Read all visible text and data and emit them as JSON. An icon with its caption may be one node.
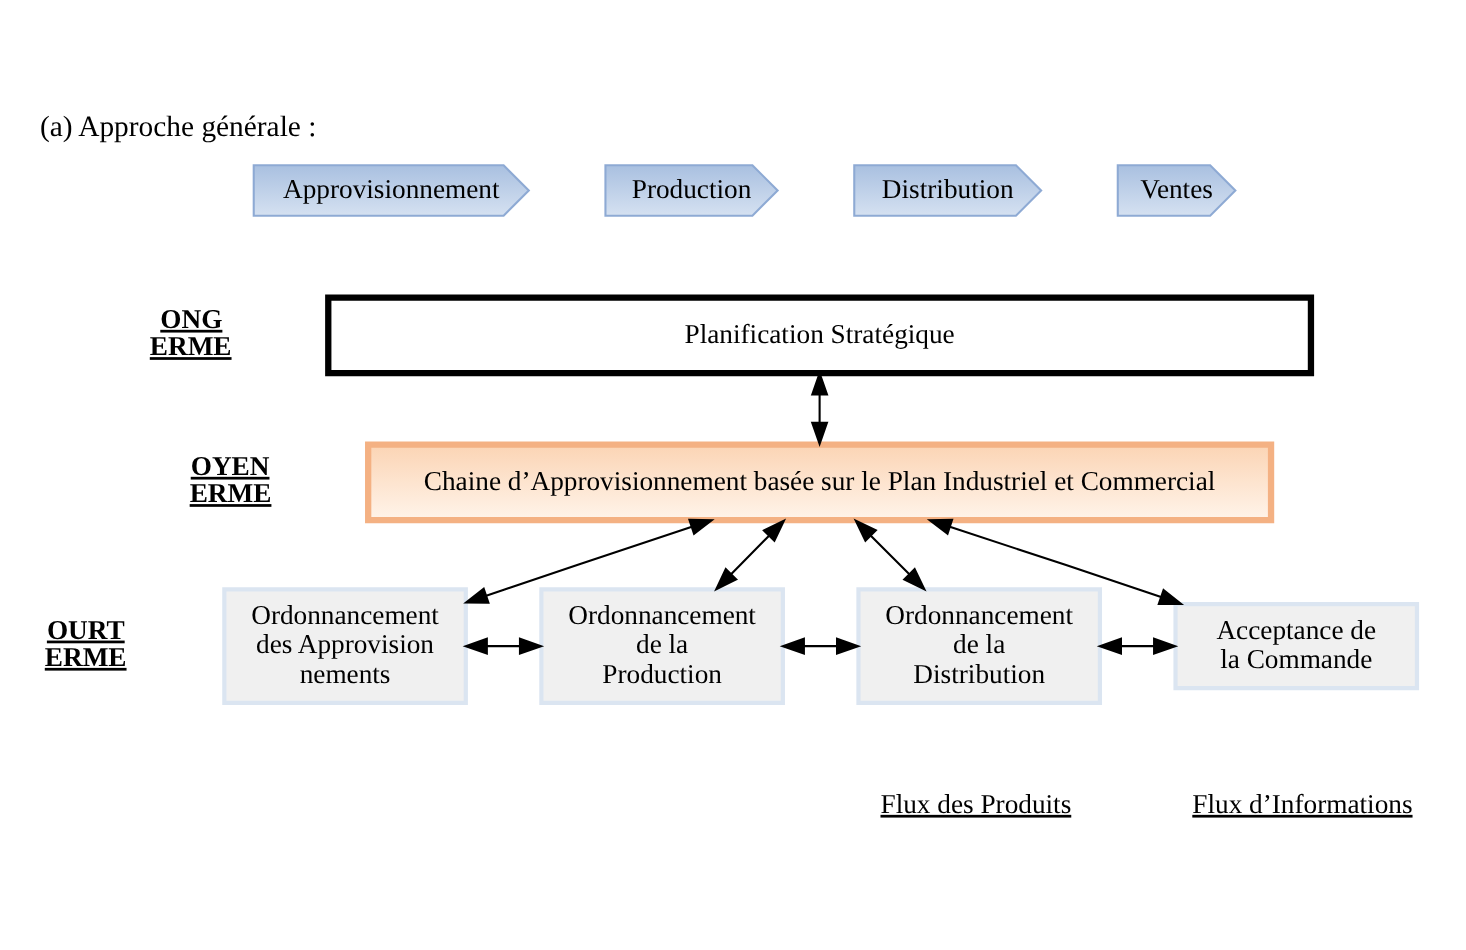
{
  "diagram": {
    "title": "(a) Approche générale :",
    "nodes": [
      {
        "text": [
          "Approvisionnement"
        ]
      },
      {
        "text": [
          "Production"
        ]
      },
      {
        "text": [
          "Distribution"
        ]
      },
      {
        "text": [
          "Ventes"
        ]
      },
      {
        "text": [
          "Planification Stratégique"
        ],
        "beside": [
          "ONG ERME"
        ]
      },
      {
        "text": [
          "Chaine d’Approvisionnement basée sur le Plan Industriel et Commercial"
        ],
        "beside": [
          "OYEN ERME"
        ]
      },
      {
        "text": [
          "Ordonnancement des Approvisionnements"
        ],
        "beside": [
          "OURT ERME"
        ]
      },
      {
        "text": [
          "Ordonnancement de la Production"
        ]
      },
      {
        "text": [
          "Ordonnancement de la Distribution"
        ]
      },
      {
        "text": [
          "Acceptance de la Commande"
        ]
      }
    ],
    "edges": [
      {
        "from": 4,
        "to": 5,
        "arrow": "both"
      },
      {
        "from": 5,
        "to": 6,
        "arrow": "both"
      },
      {
        "from": 5,
        "to": 7,
        "arrow": "both"
      },
      {
        "from": 5,
        "to": 8,
        "arrow": "both"
      },
      {
        "from": 5,
        "to": 9,
        "arrow": "both"
      },
      {
        "from": 6,
        "to": 7,
        "arrow": "both"
      },
      {
        "from": 7,
        "to": 8,
        "arrow": "both"
      },
      {
        "from": 8,
        "to": 9,
        "arrow": "both"
      }
    ],
    "legend": [
      {
        "text": "Flux des Produits"
      },
      {
        "text": "Flux d’Informations"
      }
    ]
  }
}
